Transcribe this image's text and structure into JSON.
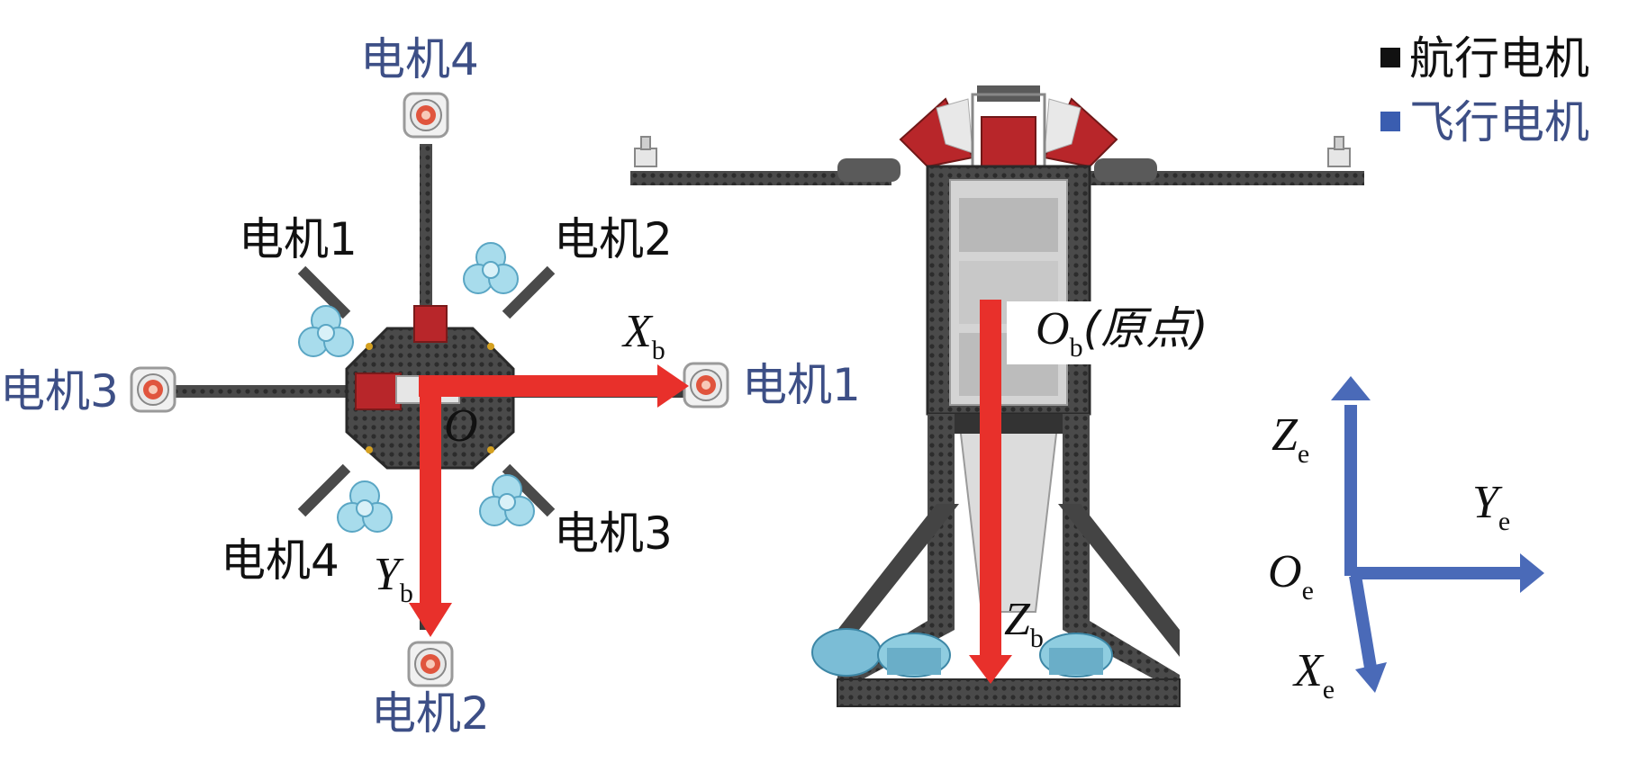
{
  "legend": {
    "sail_motor": "航行电机",
    "flight_motor": "飞行电机",
    "sail_color": "#111111",
    "flight_color": "#3a5db0"
  },
  "top_view": {
    "blue_labels": {
      "top": "电机4",
      "left": "电机3",
      "right": "电机1",
      "bottom": "电机2"
    },
    "black_labels": {
      "upper_left": "电机1",
      "upper_right": "电机2",
      "lower_right": "电机3",
      "lower_left": "电机4"
    },
    "origin": "O",
    "x_axis": "X",
    "x_sub": "b",
    "y_axis": "Y",
    "y_sub": "b"
  },
  "side_view": {
    "origin": "O",
    "origin_sub": "b",
    "origin_note": "(原点)",
    "z_axis": "Z",
    "z_sub": "b"
  },
  "earth_frame": {
    "z_axis": "Z",
    "z_sub": "e",
    "y_axis": "Y",
    "y_sub": "e",
    "origin": "O",
    "origin_sub": "e",
    "x_axis": "X",
    "x_sub": "e",
    "color": "#4a6ab8"
  },
  "colors": {
    "axis_red": "#e8302b",
    "frame_dark": "#3b3b3b",
    "arm_red": "#b8262a",
    "prop_blue": "#8fcde0"
  }
}
